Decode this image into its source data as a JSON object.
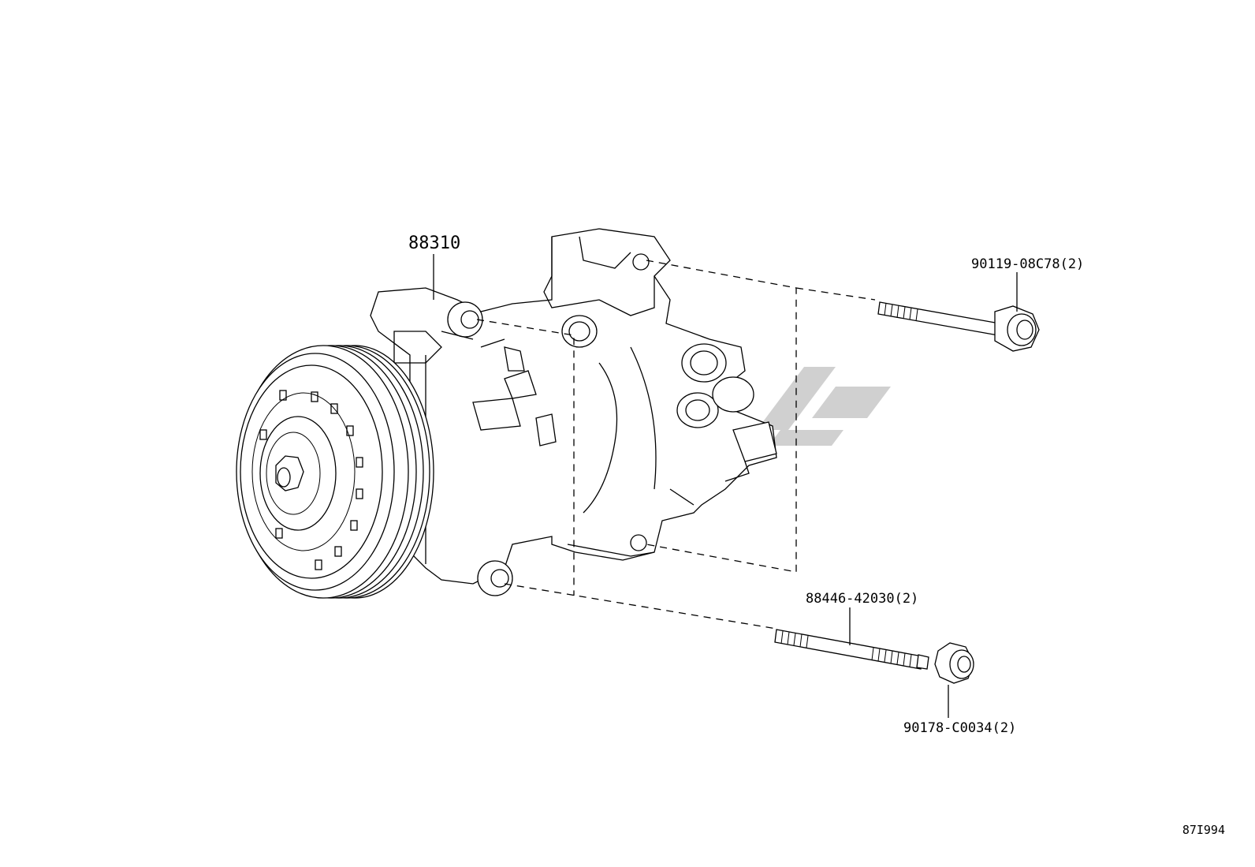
{
  "labels": {
    "compressor": "88310",
    "bolt_top": "90119-08C78(2)",
    "stud": "88446-42030(2)",
    "nut": "90178-C0034(2)"
  },
  "reference_code": "87I994"
}
